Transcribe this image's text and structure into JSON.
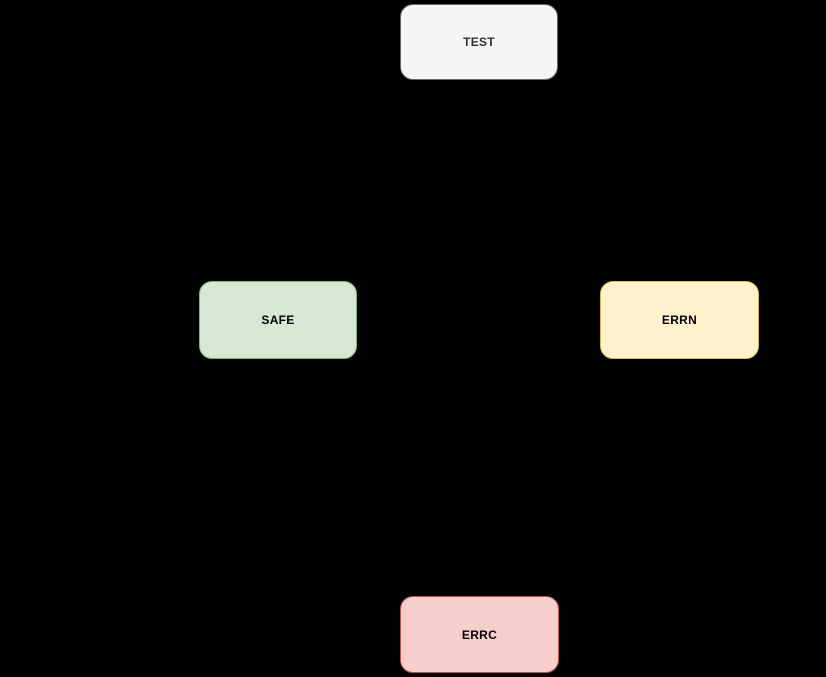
{
  "canvas": {
    "type": "flowchart",
    "background_color": "#000000"
  },
  "diagram": {
    "nodes": [
      {
        "id": "test",
        "label": "TEST",
        "fill": "#f5f5f5",
        "stroke": "#666666",
        "text_color": "#333333"
      },
      {
        "id": "safe",
        "label": "SAFE",
        "fill": "#d5e8d4",
        "stroke": "#82b366",
        "text_color": "#000000"
      },
      {
        "id": "errn",
        "label": "ERRN",
        "fill": "#fff2cc",
        "stroke": "#d6b656",
        "text_color": "#000000"
      },
      {
        "id": "errc",
        "label": "ERRC",
        "fill": "#f8cecc",
        "stroke": "#b85450",
        "text_color": "#000000"
      }
    ]
  }
}
